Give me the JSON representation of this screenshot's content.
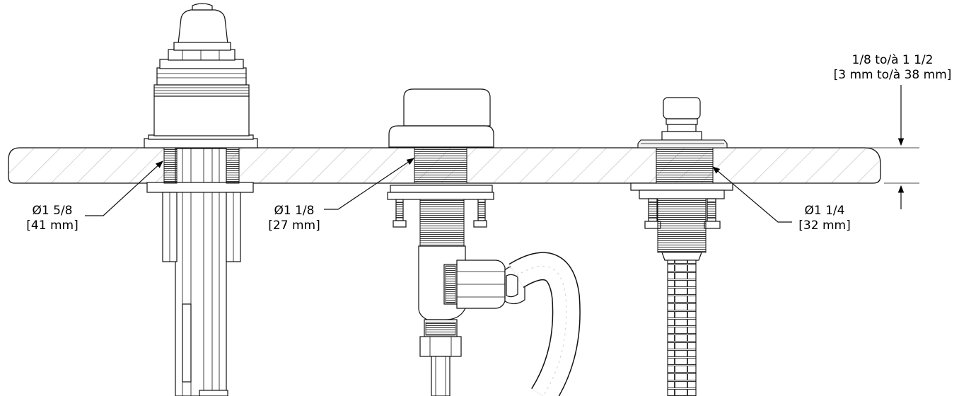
{
  "thickness_dim": {
    "line1": "1/8 to/à 1 1/2",
    "line2": "[3 mm to/à 38 mm]"
  },
  "callouts": [
    {
      "id": "left",
      "line1": "Ø1 5/8",
      "line2": "[41 mm]"
    },
    {
      "id": "middle",
      "line1": "Ø1 1/8",
      "line2": "[27 mm]"
    },
    {
      "id": "right",
      "line1": "Ø1 1/4",
      "line2": "[32 mm]"
    }
  ]
}
